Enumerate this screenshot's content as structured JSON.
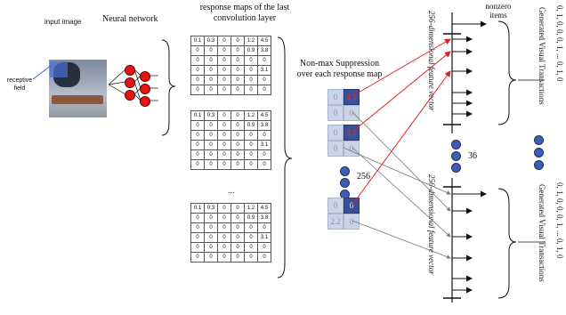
{
  "labels": {
    "input_image": "input image",
    "neural_network": "Neural network",
    "response_maps": "response maps of the last convolution layer",
    "receptive_field": "receptive field",
    "nms": "Non-max Suppression over each response map",
    "feature_vector": "256-dimensional feature vector",
    "nonzero_items": "nonzero items",
    "count_256": "256",
    "count_36": "36",
    "ellipsis": "...",
    "generated_transactions": "Generated Visual Transactions",
    "transaction_vector": "0, 1, 0, 0, 0, 1, ... 0, 1, 0"
  },
  "response_map_rows": [
    [
      "0.1",
      "0.3",
      "0",
      "0",
      "1.2",
      "4.5"
    ],
    [
      "0",
      "0",
      "0",
      "0",
      "0.9",
      "3.8"
    ],
    [
      "0",
      "0",
      "0",
      "0",
      "0",
      "0"
    ],
    [
      "0",
      "0",
      "0",
      "0",
      "0",
      "3.1"
    ],
    [
      "0",
      "0",
      "0",
      "0",
      "0",
      "0"
    ],
    [
      "0",
      "0",
      "0",
      "0",
      "0",
      "0"
    ]
  ],
  "nms_maps": [
    {
      "cells": [
        "0",
        "4.5",
        "0",
        "0"
      ]
    },
    {
      "cells": [
        "0",
        "3.5",
        "0",
        "0"
      ]
    },
    {
      "cells": [
        "0",
        "0",
        "2.2",
        "0"
      ]
    }
  ],
  "colors": {
    "node": "#e81414",
    "dot": "#3c5fb4",
    "nms_cell": "#c9d4e6",
    "nms_highlight": "#3a4f9a",
    "red_arrow": "#e02020",
    "grey_arrow": "#777777"
  }
}
